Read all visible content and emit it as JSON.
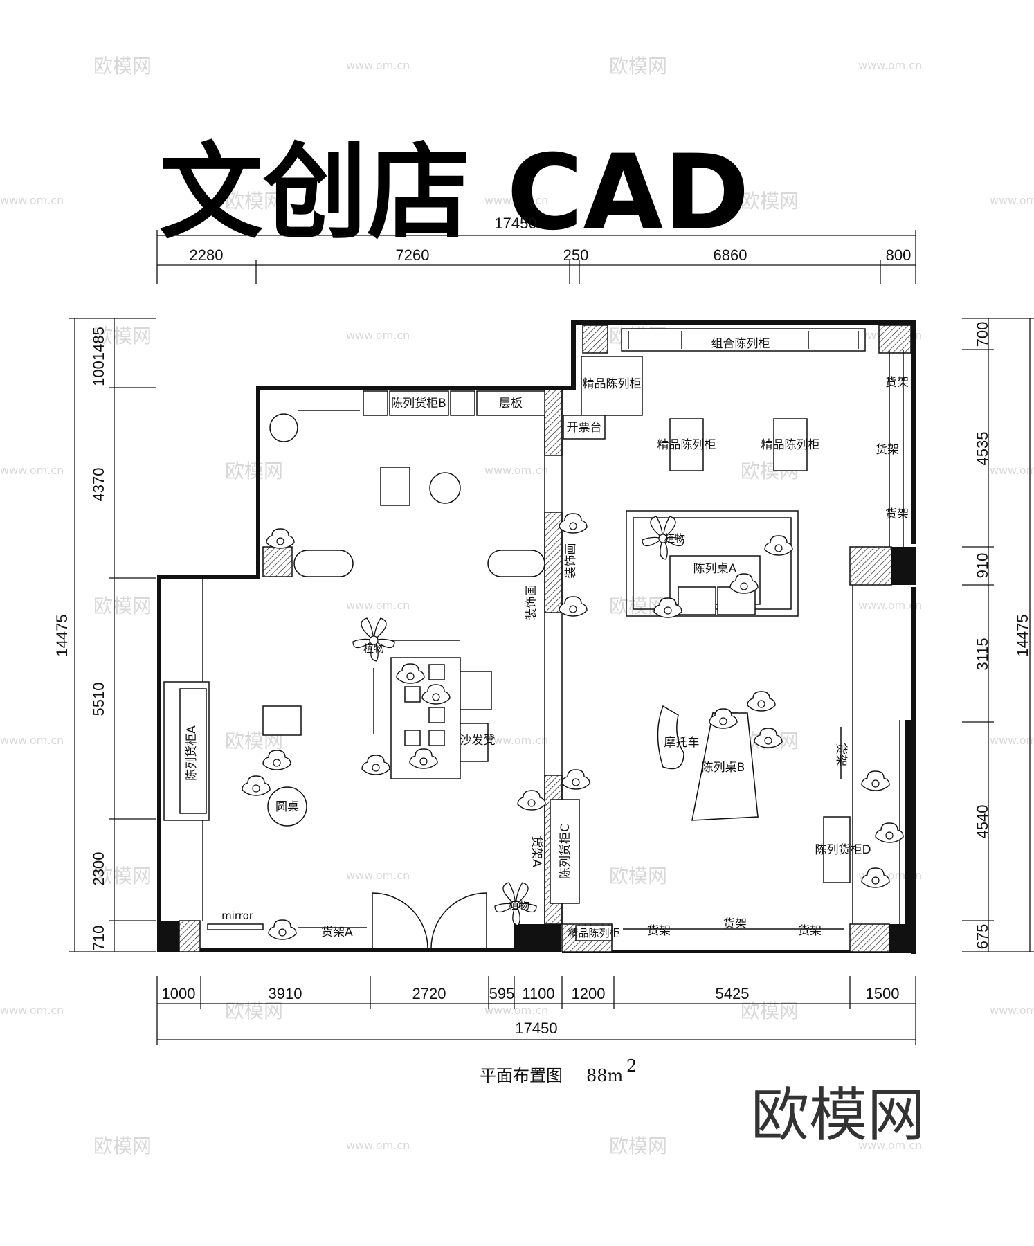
{
  "title": "文创店 CAD",
  "caption": {
    "text": "平面布置图",
    "area": "88m",
    "sup": "2"
  },
  "logo": "欧模网",
  "watermarks": {
    "brand": "欧模网",
    "url": "www.om.cn"
  },
  "dimensions": {
    "top_overall": "17450",
    "top": [
      "2280",
      "7260",
      "250",
      "6860",
      "800"
    ],
    "bottom": [
      "1000",
      "3910",
      "2720",
      "595",
      "1100",
      "1200",
      "5425",
      "1500"
    ],
    "bottom_overall": "17450",
    "left": [
      "1001485",
      "4370",
      "5510",
      "2300",
      "710"
    ],
    "left_overall": "14475",
    "right": [
      "700",
      "4535",
      "910",
      "3115",
      "4540",
      "675"
    ],
    "right_overall": "14475"
  },
  "labels": {
    "combo_cabinet": "组合陈列柜",
    "fine_cabinet": "精品陈列柜",
    "display_cabinet_b": "陈列货柜B",
    "shelf_board": "层板",
    "ticket_desk": "开票台",
    "shelf": "货架",
    "shelf_a": "货架A",
    "decor_painting": "装饰画",
    "plant": "植物",
    "display_table_a": "陈列桌A",
    "display_table_b": "陈列桌B",
    "display_cabinet_a": "陈列货柜A",
    "display_cabinet_c": "陈列货柜C",
    "display_cabinet_d": "陈列货柜D",
    "sofa_stool": "沙发凳",
    "round_table": "圆桌",
    "motorcycle": "摩托车",
    "mirror": "mirror"
  }
}
